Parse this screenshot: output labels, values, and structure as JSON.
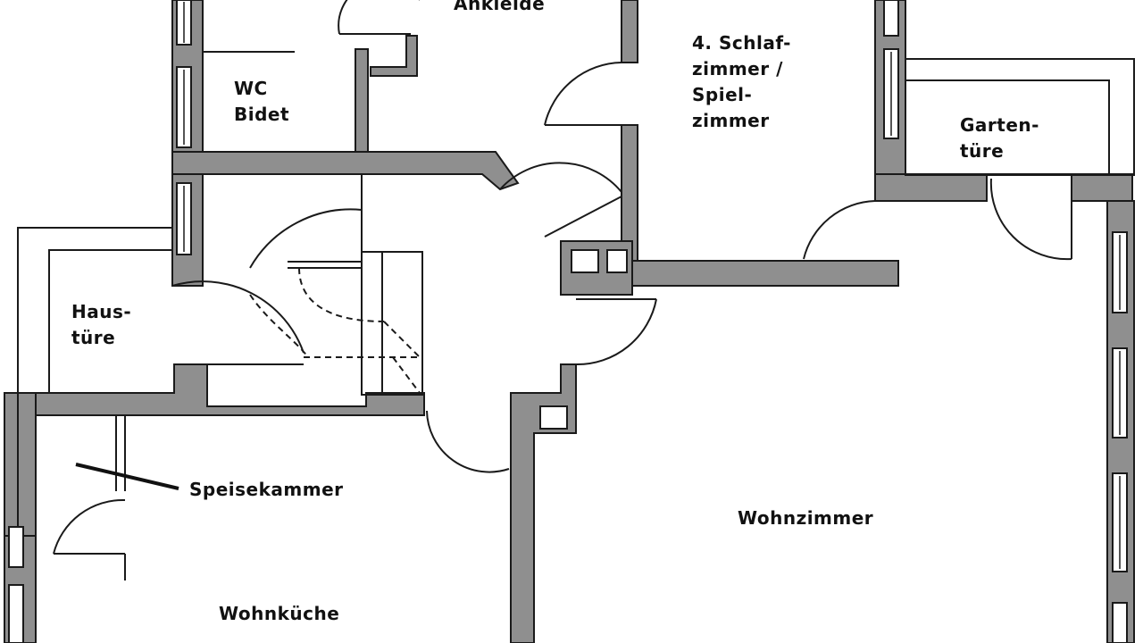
{
  "rooms": {
    "ankleide": "Ankleide",
    "schlafzimmer": [
      "4. Schlaf-",
      "zimmer /",
      "Spiel-",
      "zimmer"
    ],
    "wc": [
      "WC",
      "Bidet"
    ],
    "gartentuere": [
      "Garten-",
      "türe"
    ],
    "haustuere": [
      "Haus-",
      "türe"
    ],
    "speisekammer": "Speisekammer",
    "wohnzimmer": "Wohnzimmer",
    "wohnkueche": "Wohnküche"
  },
  "colors": {
    "wall_fill": "#8f8f8f",
    "line": "#1a1a1a",
    "background": "#ffffff"
  }
}
